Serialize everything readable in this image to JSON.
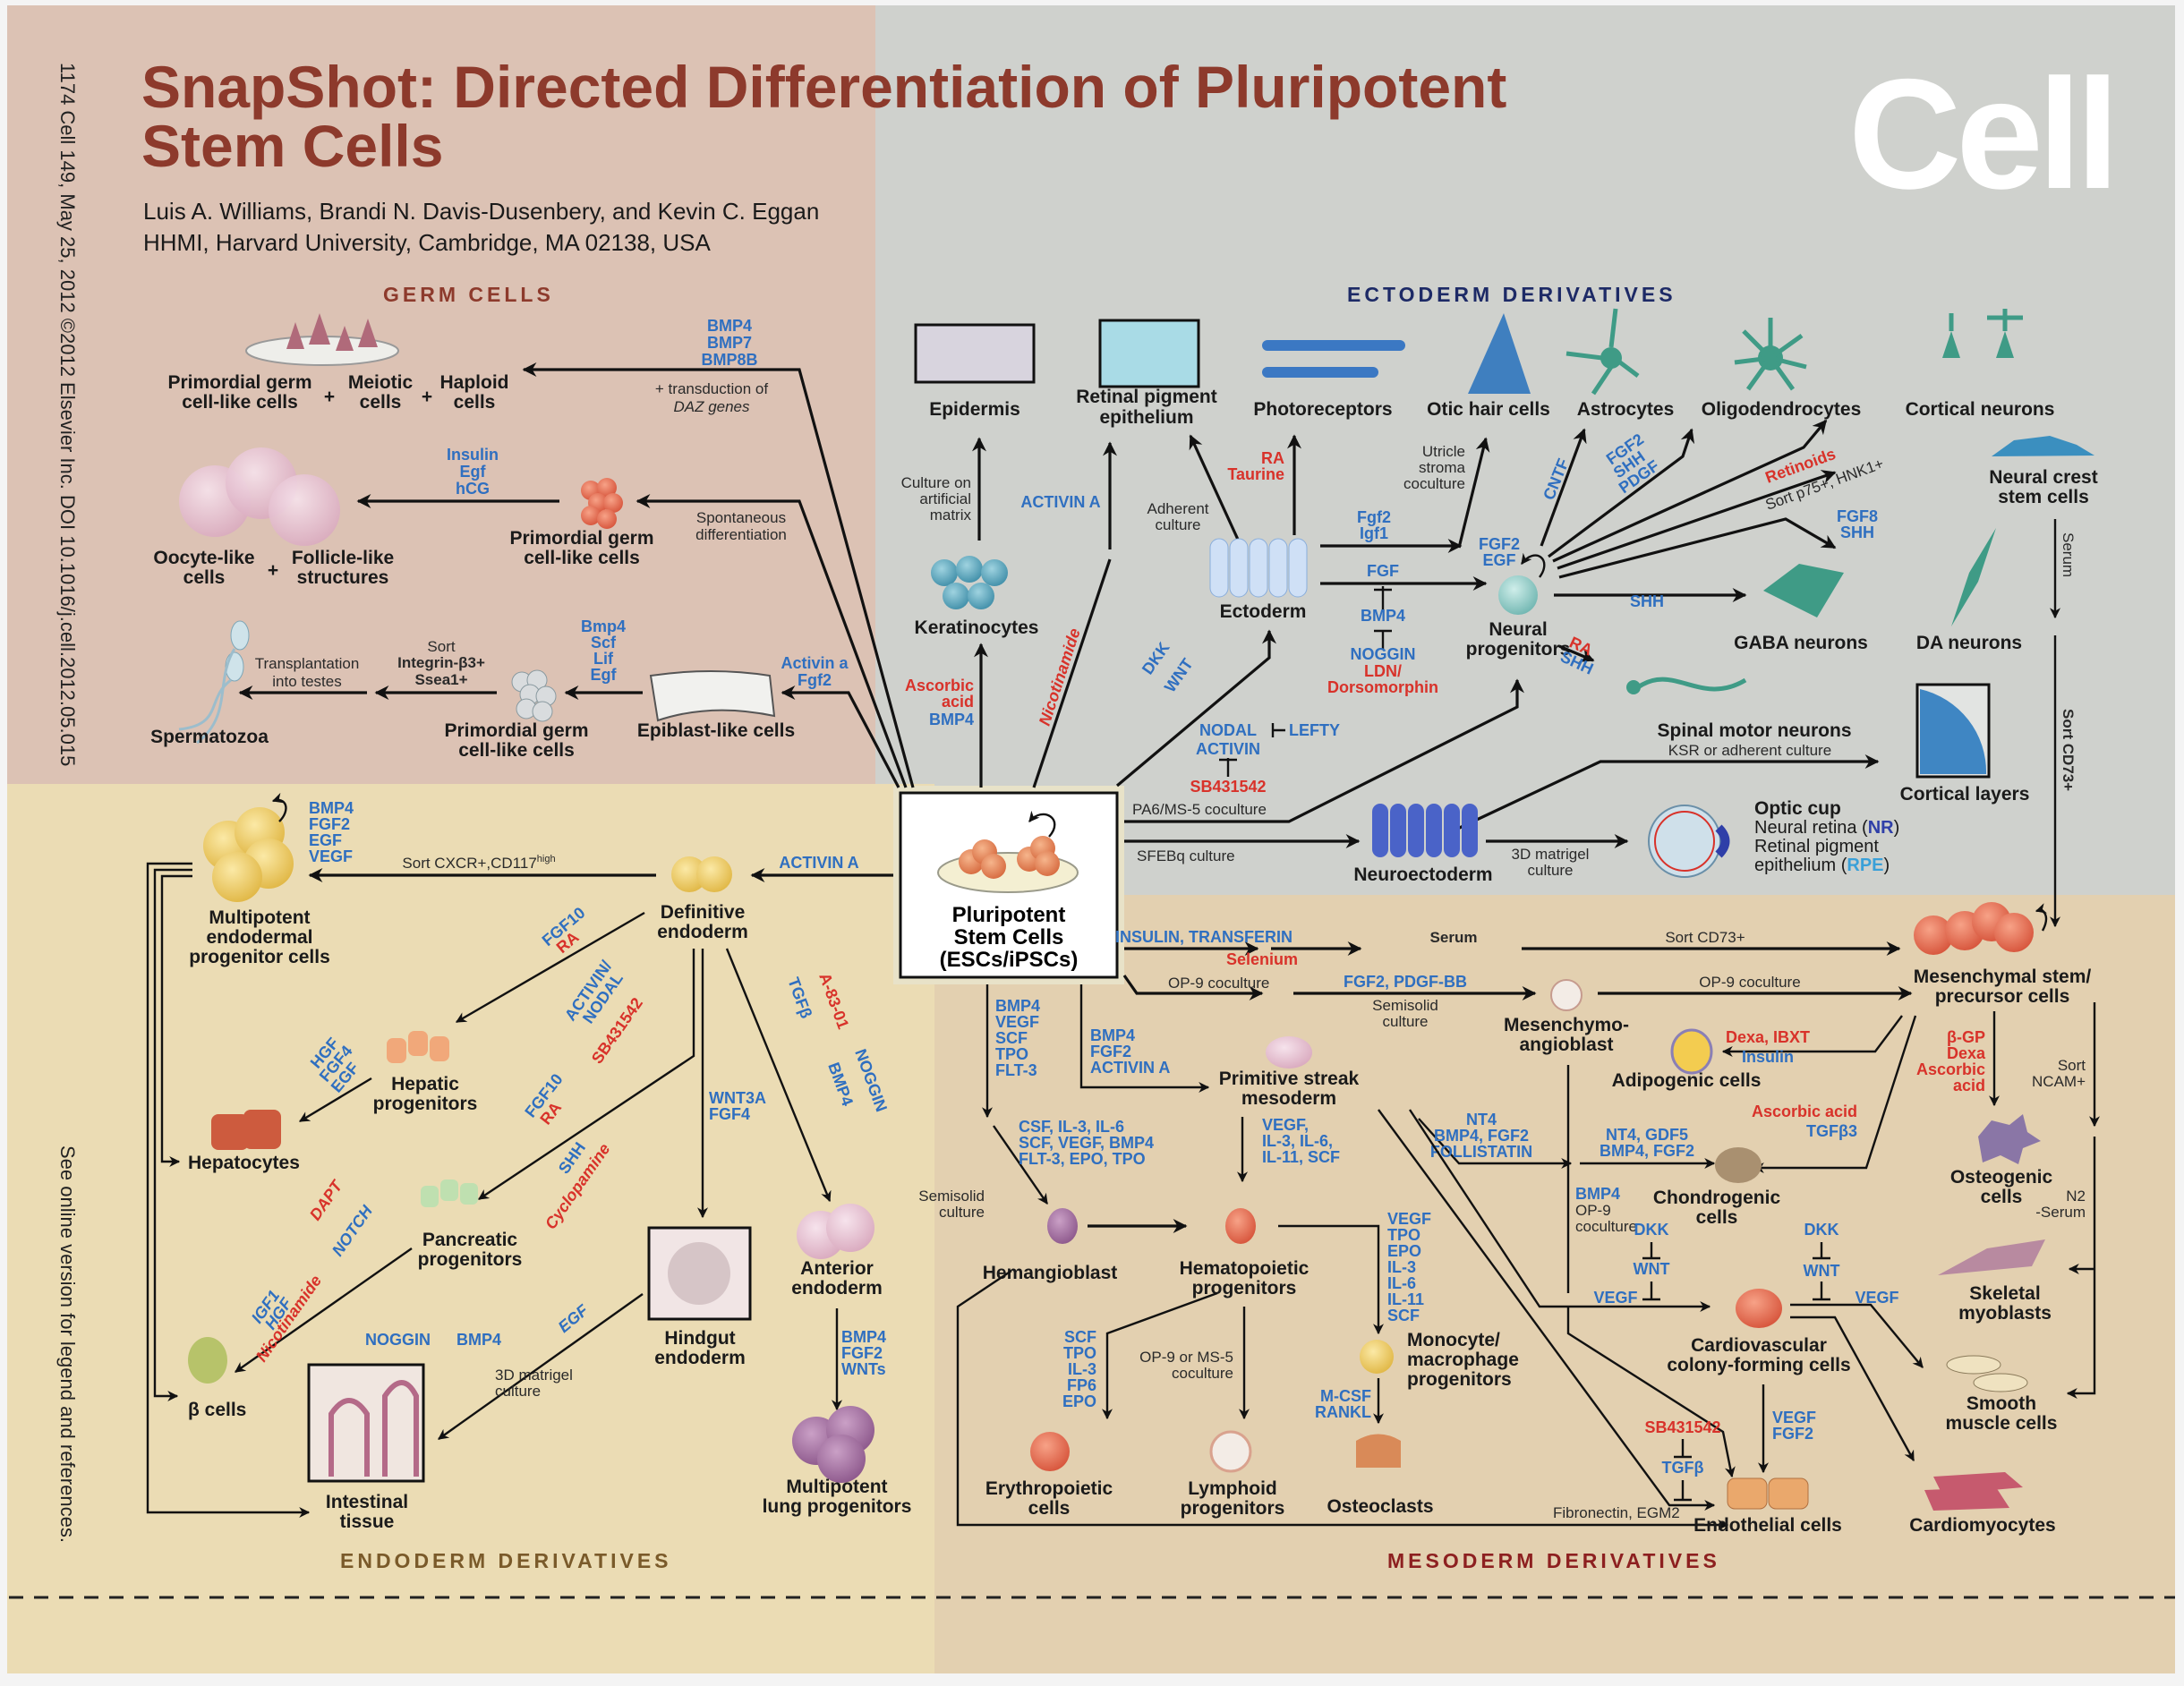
{
  "header": {
    "title_line1": "SnapShot: Directed Differentiation of Pluripotent",
    "title_line2": "Stem Cells",
    "authors": "Luis A. Williams, Brandi N. Davis-Dusenbery, and Kevin C. Eggan",
    "affiliation": "HHMI, Harvard University, Cambridge, MA 02138, USA",
    "journal_logo": "Cell",
    "side_citation": "1174   Cell 149, May 25, 2012 ©2012 Elsevier Inc.   DOI 10.1016/j.cell.2012.05.015",
    "side_note": "See online version for legend and references."
  },
  "colors": {
    "germ_bg": "#dcc2b4",
    "ecto_bg": "#cfd1cd",
    "endo_bg": "#ebdcb4",
    "meso_bg": "#e3d0b0",
    "title": "#8d3a2c",
    "factor_blue": "#2f6fc0",
    "inhibitor_red": "#d8322a",
    "ecto_heading": "#1d2a66",
    "endo_heading": "#7a5a2a",
    "meso_heading": "#8d2020"
  },
  "center": {
    "line1": "Pluripotent",
    "line2": "Stem Cells",
    "line3": "(ESCs/iPSCs)"
  },
  "germ": {
    "heading": "GERM CELLS",
    "row1": {
      "cells": [
        "Primordial germ",
        "cell-like cells",
        "Meiotic",
        "cells",
        "Haploid",
        "cells"
      ],
      "plus": "+",
      "factors": [
        "BMP4",
        "BMP7",
        "BMP8B"
      ],
      "note1": "+ transduction of",
      "note2": "DAZ genes"
    },
    "row2": {
      "target1": [
        "Oocyte-like",
        "cells"
      ],
      "target2": [
        "Follicle-like",
        "structures"
      ],
      "factors": [
        "Insulin",
        "Egf",
        "hCG"
      ],
      "pgc": [
        "Primordial germ",
        "cell-like cells"
      ],
      "note": [
        "Spontaneous",
        "differentiation"
      ]
    },
    "row3": {
      "sperm": "Spermatozoa",
      "transplant": [
        "Transplantation",
        "into testes"
      ],
      "sort": [
        "Sort",
        "Integrin-β3+",
        "Ssea1+"
      ],
      "factors": [
        "Bmp4",
        "Scf",
        "Lif",
        "Egf"
      ],
      "pgc": [
        "Primordial germ",
        "cell-like cells"
      ],
      "epi": "Epiblast-like cells",
      "epi_factors": [
        "Activin a",
        "Fgf2"
      ]
    }
  },
  "ectoderm": {
    "heading": "ECTODERM DERIVATIVES",
    "epidermis": "Epidermis",
    "rpe": [
      "Retinal pigment",
      "epithelium"
    ],
    "photoreceptors": "Photoreceptors",
    "otic": "Otic hair cells",
    "astrocytes": "Astrocytes",
    "oligo": "Oligodendrocytes",
    "cortical_neurons": "Cortical neurons",
    "ncsc": [
      "Neural crest",
      "stem cells"
    ],
    "keratinocytes": "Keratinocytes",
    "ectoderm": "Ectoderm",
    "neural_prog": [
      "Neural",
      "progenitors"
    ],
    "gaba": "GABA neurons",
    "da": "DA neurons",
    "spinal": "Spinal motor neurons",
    "cortical_layers": "Cortical layers",
    "neuroectoderm": "Neuroectoderm",
    "optic_cup": {
      "title": "Optic cup",
      "l1": "Neural retina (",
      "nr": "NR",
      "l2": "Retinal pigment",
      "l3": "epithelium (",
      "rpe": "RPE",
      "close": ")"
    },
    "culture_matrix": [
      "Culture on",
      "artificial",
      "matrix"
    ],
    "activin_a": "ACTIVIN A",
    "adherent": [
      "Adherent",
      "culture"
    ],
    "ra_taurine": [
      "RA",
      "Taurine"
    ],
    "utricle": [
      "Utricle",
      "stroma",
      "coculture"
    ],
    "fgf2_igf1": [
      "Fgf2",
      "Igf1"
    ],
    "fgf": "FGF",
    "bmp4": "BMP4",
    "noggin": "NOGGIN",
    "ldn": [
      "LDN/",
      "Dorsomorphin"
    ],
    "fgf2_egf": [
      "FGF2",
      "EGF"
    ],
    "cntf": "CNTF",
    "fgf2_shh_pdgf": [
      "FGF2",
      "SHH",
      "PDGF"
    ],
    "retinoids": "Retinoids",
    "sort_p75": "Sort p75+, HNK1+",
    "fgf8_shh": [
      "FGF8",
      "SHH"
    ],
    "shh": "SHH",
    "ra": "RA",
    "shh2": "SHH",
    "serum": "Serum",
    "sort_cd73": "Sort CD73+",
    "ascorbic": [
      "Ascorbic",
      "acid"
    ],
    "bmp4_kera": "BMP4",
    "nicotinamide": "Nicotinamide",
    "dkk": "DKK",
    "wnt": "WNT",
    "nodal": "NODAL",
    "activin": "ACTIVIN",
    "lefty": "LEFTY",
    "sb": "SB431542",
    "pa6": "PA6/MS-5 coculture",
    "sfebq": "SFEBq culture",
    "ksr": "KSR or adherent culture",
    "matrigel": [
      "3D matrigel",
      "culture"
    ]
  },
  "endoderm": {
    "heading": "ENDODERM DERIVATIVES",
    "mep": [
      "Multipotent",
      "endodermal",
      "progenitor cells"
    ],
    "mep_factors": [
      "BMP4",
      "FGF2",
      "EGF",
      "VEGF"
    ],
    "sort": "Sort CXCR+,CD117",
    "sort_sup": "high",
    "activin_a": "ACTIVIN A",
    "de": [
      "Definitive",
      "endoderm"
    ],
    "fgf10_ra": [
      "FGF10",
      "RA"
    ],
    "activin_nodal": [
      "ACTIVIN/",
      "NODAL"
    ],
    "sb": "SB431542",
    "a83": "A-83-01",
    "tgfb": "TGFβ",
    "hepatic": [
      "Hepatic",
      "progenitors"
    ],
    "hgf": [
      "HGF",
      "FGF4",
      "EGF"
    ],
    "hepatocytes": "Hepatocytes",
    "fgf10_ra2": [
      "FGF10",
      "RA"
    ],
    "shh": "SHH",
    "cyclopamine": "Cyclopamine",
    "dapt": "DAPT",
    "notch": "NOTCH",
    "pancreatic": [
      "Pancreatic",
      "progenitors"
    ],
    "igf1": [
      "IGF1",
      "HGF"
    ],
    "nicotinamide": "Nicotinamide",
    "beta": "β cells",
    "wnt3a": [
      "WNT3A",
      "FGF4"
    ],
    "noggin": "NOGGIN",
    "bmp4": "BMP4",
    "hindgut": [
      "Hindgut",
      "endoderm"
    ],
    "anterior": [
      "Anterior",
      "endoderm"
    ],
    "egf": "EGF",
    "noggin_bmp4": [
      "NOGGIN",
      "BMP4"
    ],
    "matrigel": [
      "3D matrigel",
      "culture"
    ],
    "intestinal": [
      "Intestinal",
      "tissue"
    ],
    "lung_factors": [
      "BMP4",
      "FGF2",
      "WNTs"
    ],
    "lung": [
      "Multipotent",
      "lung progenitors"
    ]
  },
  "mesoderm": {
    "heading": "MESODERM DERIVATIVES",
    "ins": "INSULIN, TRANSFERIN",
    "selenium": "Selenium",
    "serum": "Serum",
    "sort_cd73": "Sort CD73+",
    "msc": [
      "Mesenchymal stem/",
      "precursor cells"
    ],
    "op9": "OP-9 coculture",
    "fgf2_pdgf": "FGF2, PDGF-BB",
    "semisolid": [
      "Semisolid",
      "culture"
    ],
    "mesangio": [
      "Mesenchymo-",
      "angioblast"
    ],
    "op9_2": "OP-9 coculture",
    "hema_factors": [
      "BMP4",
      "VEGF",
      "SCF",
      "TPO",
      "FLT-3"
    ],
    "ps_factors": [
      "BMP4",
      "FGF2",
      "ACTIVIN A"
    ],
    "ps": [
      "Primitive streak",
      "mesoderm"
    ],
    "csf": [
      "CSF, IL-3, IL-6",
      "SCF, VEGF, BMP4",
      "FLT-3, EPO, TPO"
    ],
    "vegf_il": [
      "VEGF,",
      "IL-3, IL-6,",
      "IL-11, SCF"
    ],
    "semisolid2": [
      "Semisolid",
      "culture"
    ],
    "hemangio": "Hemangioblast",
    "hemato": [
      "Hematopoietic",
      "progenitors"
    ],
    "mono_factors": [
      "VEGF",
      "TPO",
      "EPO",
      "IL-3",
      "IL-6",
      "IL-11",
      "SCF"
    ],
    "mono": [
      "Monocyte/",
      "macrophage",
      "progenitors"
    ],
    "ery_factors": [
      "SCF",
      "TPO",
      "IL-3",
      "FP6",
      "EPO"
    ],
    "op9ms5": [
      "OP-9 or MS-5",
      "coculture"
    ],
    "mcsf": [
      "M-CSF",
      "RANKL"
    ],
    "ery": [
      "Erythropoietic",
      "cells"
    ],
    "lymph": [
      "Lymphoid",
      "progenitors"
    ],
    "osteoclasts": "Osteoclasts",
    "fibronectin": "Fibronectin, EGM2",
    "dexa": "Dexa, IBXT",
    "insulin": "Insulin",
    "adipo": "Adipogenic cells",
    "bgp": [
      "β-GP",
      "Dexa"
    ],
    "ascorbic": [
      "Ascorbic",
      "acid"
    ],
    "sort_ncam": [
      "Sort",
      "NCAM+"
    ],
    "asc_acid": "Ascorbic acid",
    "tgfb3": "TGFβ3",
    "nt4": [
      "NT4",
      "BMP4, FGF2",
      "FOLLISTATIN"
    ],
    "nt4gdf": [
      "NT4, GDF5",
      "BMP4, FGF2"
    ],
    "chondro": [
      "Chondrogenic",
      "cells"
    ],
    "osteo": [
      "Osteogenic",
      "cells"
    ],
    "bmp4_op9": [
      "BMP4",
      "OP-9",
      "coculture"
    ],
    "dkk": "DKK",
    "wnt": "WNT",
    "vegf": "VEGF",
    "n2": [
      "N2",
      "-Serum"
    ],
    "skeletal": [
      "Skeletal",
      "myoblasts"
    ],
    "cvcfc": [
      "Cardiovascular",
      "colony-forming cells"
    ],
    "smooth": [
      "Smooth",
      "muscle cells"
    ],
    "sb": "SB431542",
    "tgfb": "TGFβ",
    "vegf_fgf2": [
      "VEGF",
      "FGF2"
    ],
    "endothelial": "Endothelial cells",
    "cardio": "Cardiomyocytes"
  }
}
